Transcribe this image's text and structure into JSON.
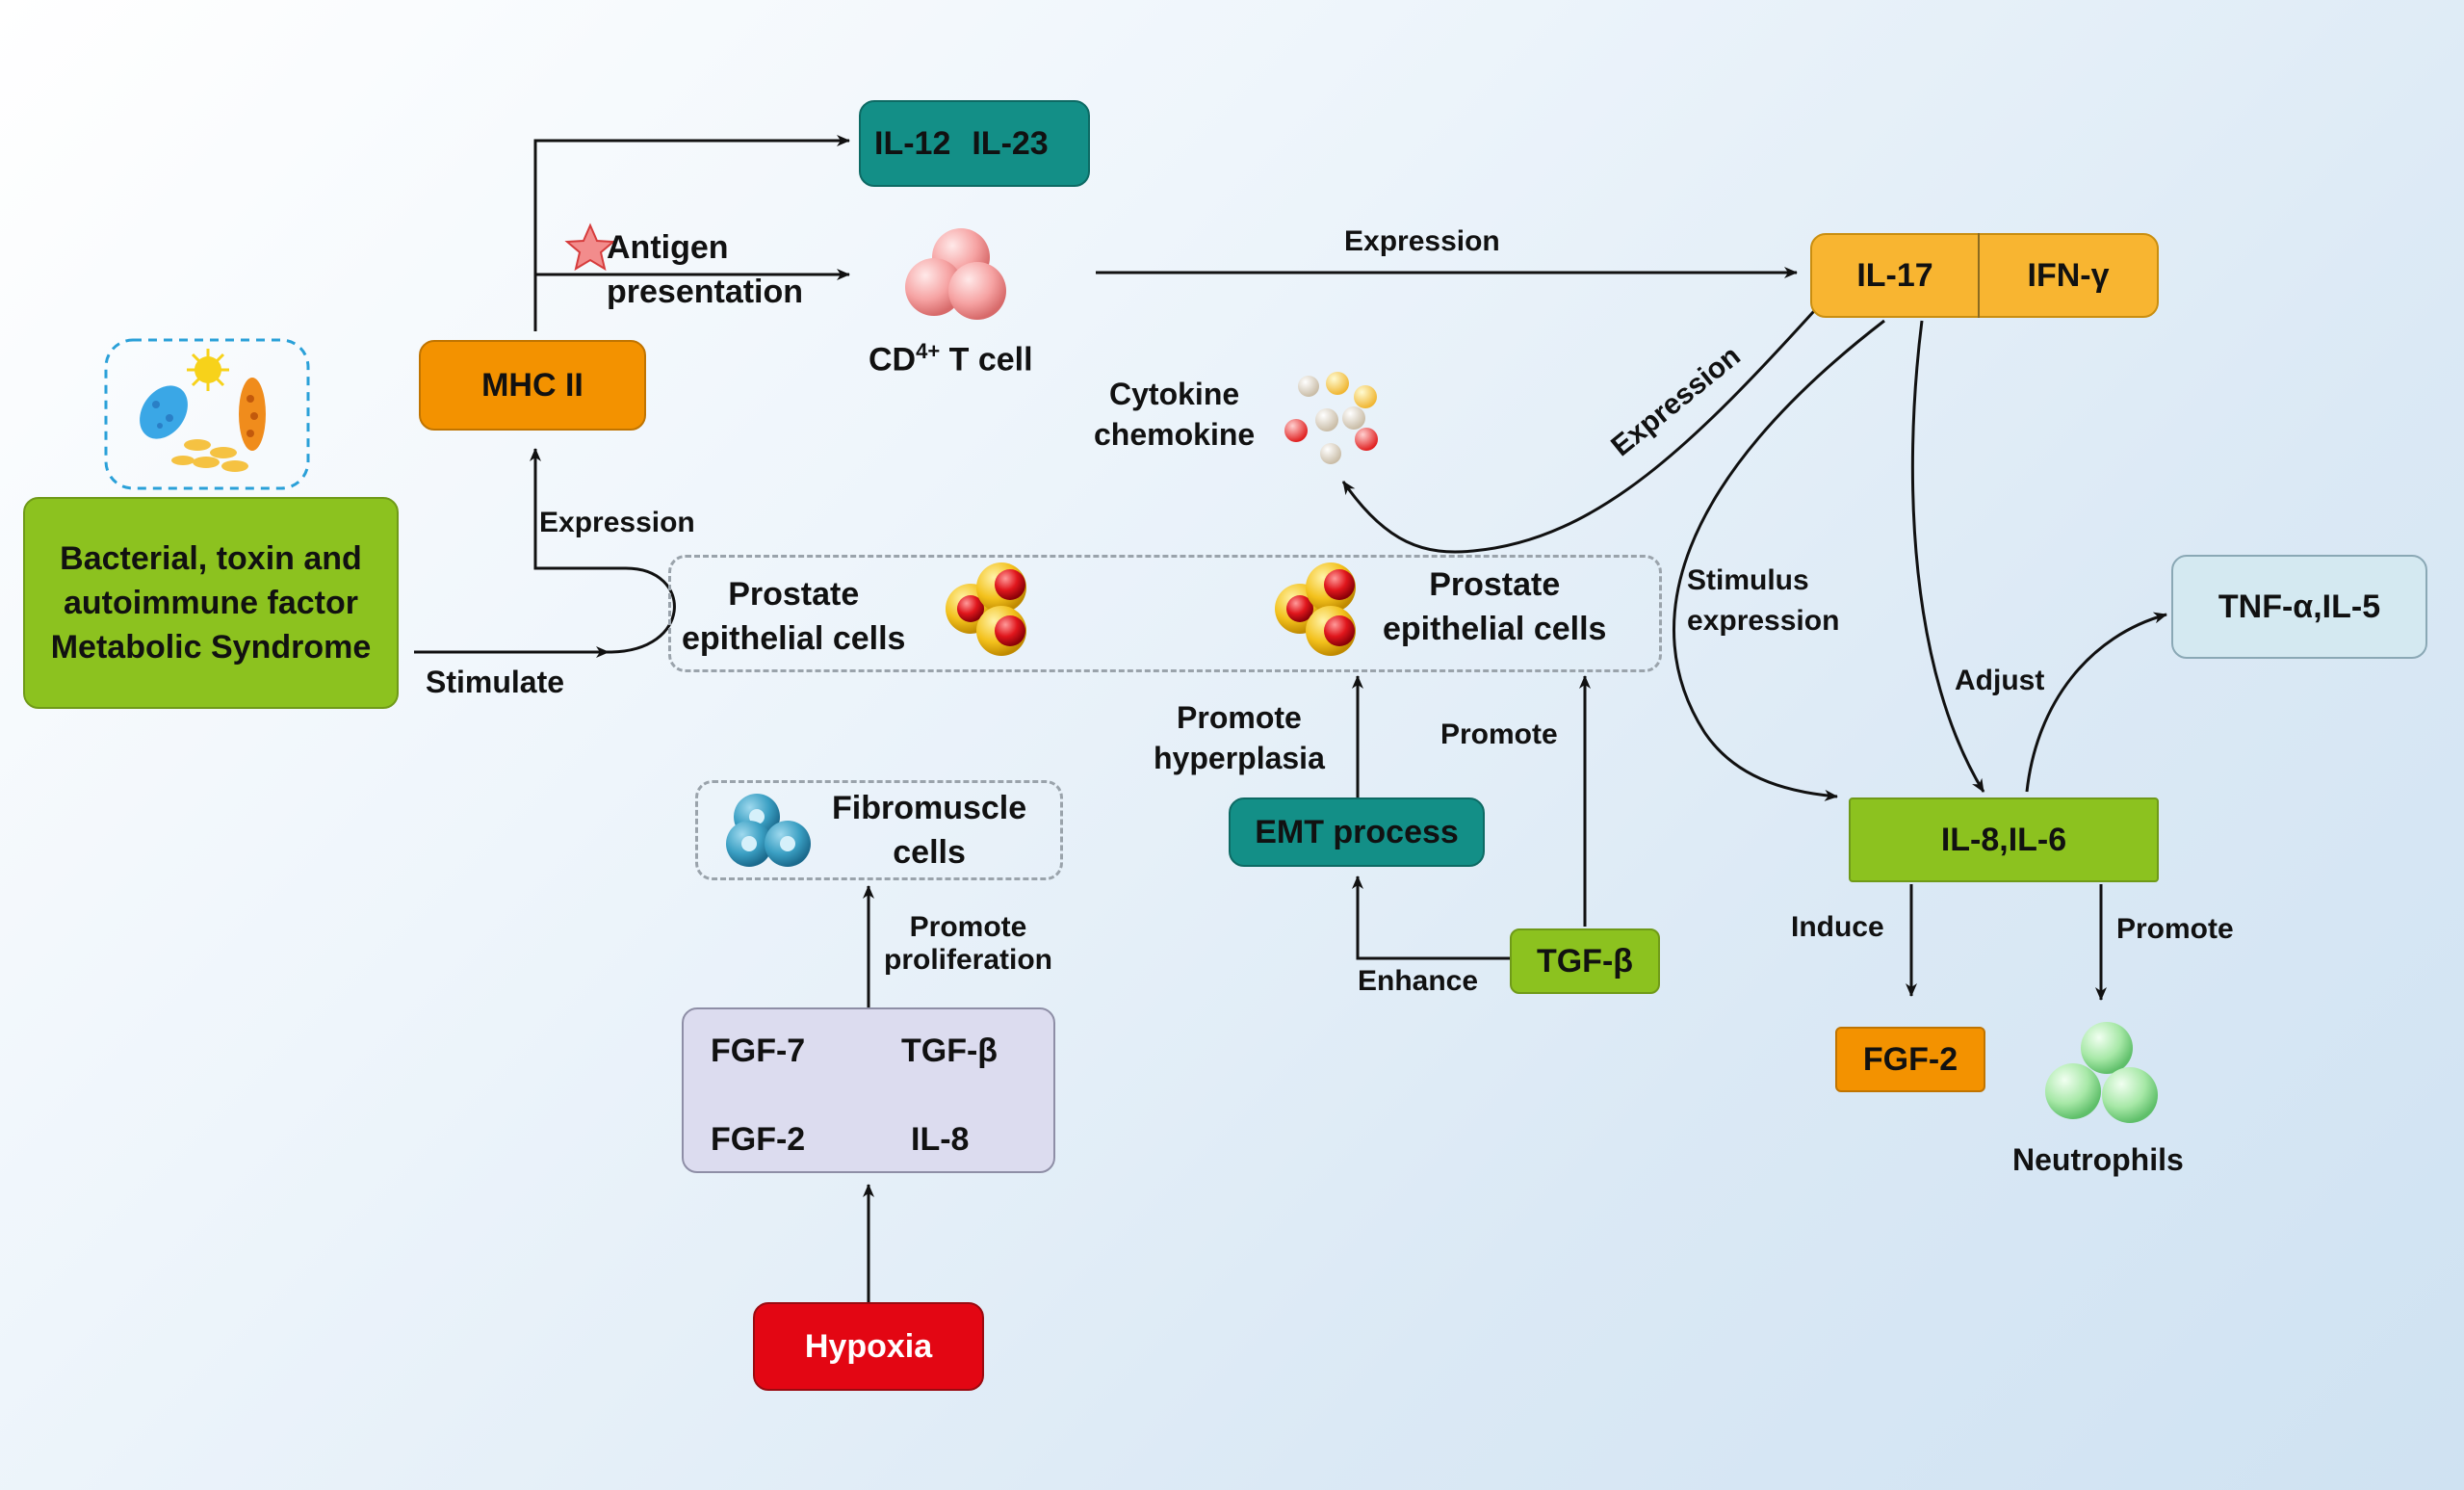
{
  "colors": {
    "green": "#8cc21f",
    "orange": "#f39200",
    "teal": "#138f87",
    "yellow": "#f8b531",
    "red": "#e30613",
    "lavender": "#dcdcef",
    "lightblue": "#d4e9f1"
  },
  "nodes": {
    "trigger": {
      "line1": "Bacterial, toxin and",
      "line2": "autoimmune factor",
      "line3": "Metabolic Syndrome"
    },
    "mhc": "MHC II",
    "il12": "IL-12",
    "il23": "IL-23",
    "cd4": "CD",
    "cd4_sup": "4+",
    "cd4_tail": " T cell",
    "il17": "IL-17",
    "ifn": "IFN-γ",
    "tnf": "TNF-α,IL-5",
    "il8": "IL-8,IL-6",
    "fgf2_out": "FGF-2",
    "neutrophils": "Neutrophils",
    "emt": "EMT process",
    "tgf_right": "TGF-β",
    "prostate_left": {
      "line1": "Prostate",
      "line2": "epithelial cells"
    },
    "prostate_right": {
      "line1": "Prostate",
      "line2": "epithelial cells"
    },
    "cytokine": {
      "line1": "Cytokine",
      "line2": "chemokine"
    },
    "fibro": {
      "line1": "Fibromuscle",
      "line2": "cells"
    },
    "factors": {
      "fgf7": "FGF-7",
      "tgf": "TGF-β",
      "fgf2": "FGF-2",
      "il8": "IL-8"
    },
    "hypoxia": "Hypoxia"
  },
  "edges": {
    "stimulate": "Stimulate",
    "expression_mhc": "Expression",
    "antigen": {
      "line1": "Antigen",
      "line2": "presentation"
    },
    "expression_top": "Expression",
    "expression_diag": "Expression",
    "stimulus": {
      "line1": "Stimulus",
      "line2": "expression"
    },
    "adjust": "Adjust",
    "induce": "Induce",
    "promote_neu": "Promote",
    "promote_hyper": {
      "line1": "Promote",
      "line2": "hyperplasia"
    },
    "promote_tgf": "Promote",
    "enhance": "Enhance",
    "promote_prolif": {
      "line1": "Promote",
      "line2": "proliferation"
    }
  }
}
